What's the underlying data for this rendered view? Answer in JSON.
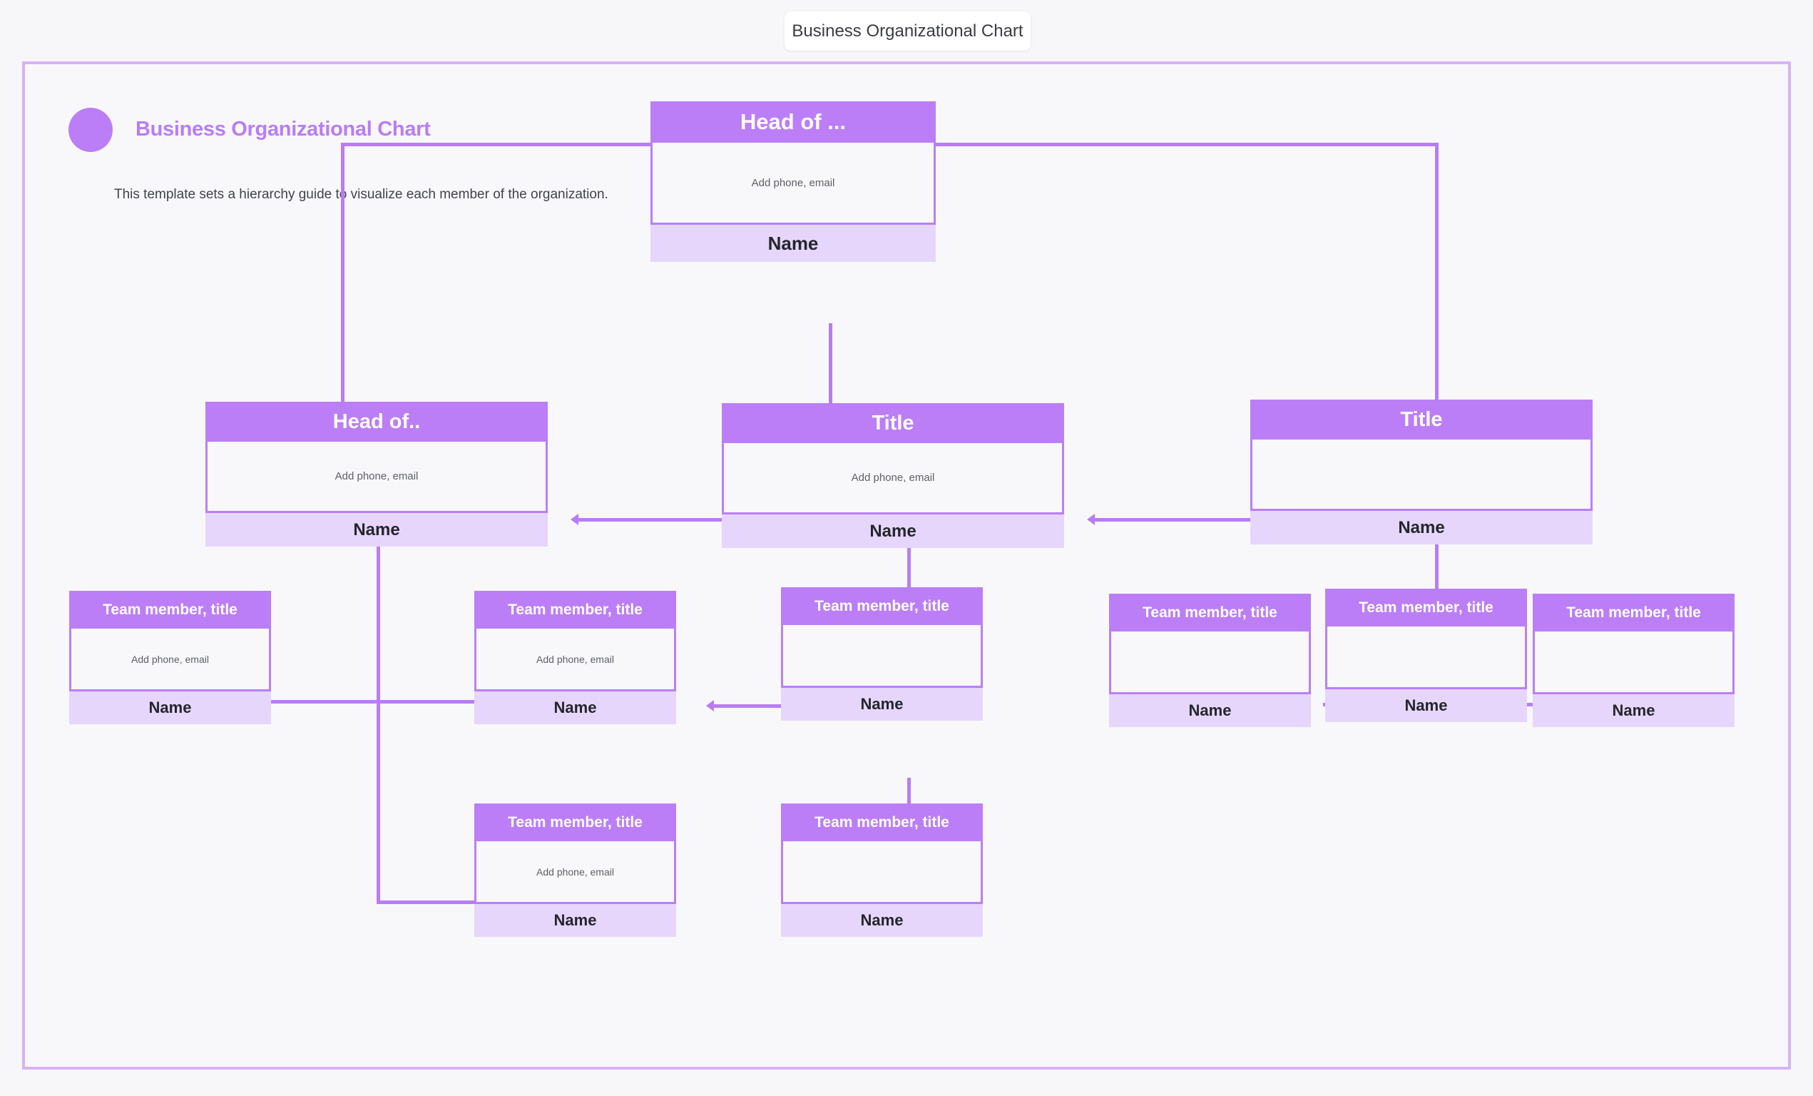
{
  "tab": {
    "label": "Business Organizational Chart"
  },
  "header": {
    "title": "Business Organizational Chart",
    "subtitle": "This template sets a hierarchy guide to visualize each member of the organization.",
    "avatar_icon": "circle-avatar-icon"
  },
  "colors": {
    "accent": "#bb7ef7",
    "accent_line": "#b97cf5",
    "footer": "#e6d6fb",
    "frame_border": "#d8b2f7",
    "canvas": "#f8f8fb",
    "page_bg": "#f7f7fa"
  },
  "labels": {
    "contact_placeholder": "Add phone, email",
    "name": "Name"
  },
  "chart_data": {
    "type": "diagram",
    "title": "Business Organizational Chart",
    "nodes": [
      {
        "id": "root",
        "title": "Head of ...",
        "contact": "Add phone, email",
        "name": "Name",
        "level": 0
      },
      {
        "id": "l2a",
        "title": "Head of..",
        "contact": "Add phone, email",
        "name": "Name",
        "level": 1
      },
      {
        "id": "l2b",
        "title": "Title",
        "contact": "Add phone, email",
        "name": "Name",
        "level": 1
      },
      {
        "id": "l2c",
        "title": "Title",
        "contact": "",
        "name": "Name",
        "level": 1
      },
      {
        "id": "l3a",
        "title": "Team member, title",
        "contact": "Add phone, email",
        "name": "Name",
        "level": 2
      },
      {
        "id": "l3b",
        "title": "Team member, title",
        "contact": "Add phone, email",
        "name": "Name",
        "level": 2
      },
      {
        "id": "l3c",
        "title": "Team member, title",
        "contact": "",
        "name": "Name",
        "level": 2
      },
      {
        "id": "l3d",
        "title": "Team member, title",
        "contact": "",
        "name": "Name",
        "level": 2
      },
      {
        "id": "l3e",
        "title": "Team member, title",
        "contact": "",
        "name": "Name",
        "level": 2
      },
      {
        "id": "l3f",
        "title": "Team member, title",
        "contact": "",
        "name": "Name",
        "level": 2
      },
      {
        "id": "l4a",
        "title": "Team member, title",
        "contact": "Add phone, email",
        "name": "Name",
        "level": 3
      },
      {
        "id": "l4b",
        "title": "Team member, title",
        "contact": "",
        "name": "Name",
        "level": 3
      }
    ],
    "edges": [
      {
        "from": "root",
        "to": "l2a",
        "style": "elbow"
      },
      {
        "from": "root",
        "to": "l2b",
        "style": "straight"
      },
      {
        "from": "root",
        "to": "l2c",
        "style": "elbow"
      },
      {
        "from": "l2a",
        "to": "l2b",
        "style": "double-arrow"
      },
      {
        "from": "l2b",
        "to": "l2c",
        "style": "double-arrow"
      },
      {
        "from": "l2a",
        "to": "l3a",
        "style": "elbow"
      },
      {
        "from": "l2a",
        "to": "l3b",
        "style": "elbow"
      },
      {
        "from": "l2a",
        "to": "l4a",
        "style": "elbow"
      },
      {
        "from": "l2b",
        "to": "l3c",
        "style": "straight"
      },
      {
        "from": "l3b",
        "to": "l3c",
        "style": "double-arrow"
      },
      {
        "from": "l3c",
        "to": "l4b",
        "style": "straight"
      },
      {
        "from": "l2c",
        "to": "l3e",
        "style": "straight"
      },
      {
        "from": "l3d",
        "to": "l3e",
        "style": "link"
      },
      {
        "from": "l3e",
        "to": "l3f",
        "style": "link"
      }
    ]
  }
}
